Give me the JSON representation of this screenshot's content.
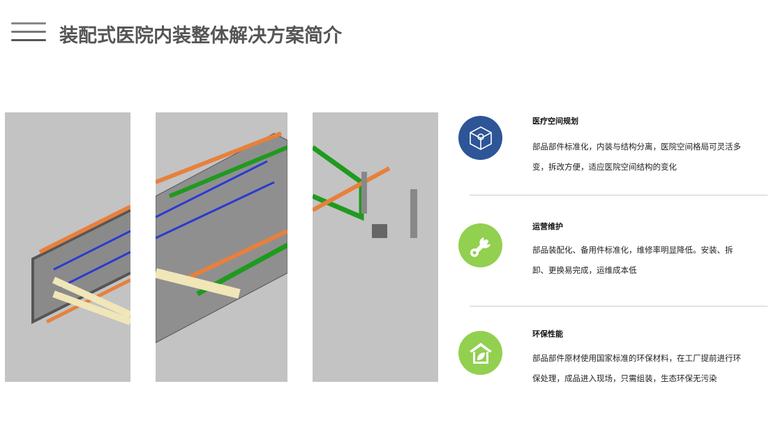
{
  "header": {
    "title": "装配式医院内装整体解决方案简介"
  },
  "colors": {
    "blue": "#2d5597",
    "green": "#92d050"
  },
  "features": [
    {
      "title": "医疗空间规划",
      "body": "部品部件标准化，内装与结构分离，医院空间格局可灵活多变，拆改方便，适应医院空间结构的变化",
      "icon": "cube-icon"
    },
    {
      "title": "运营维护",
      "body": "部品装配化、备用件标准化，维修率明显降低。安装、拆卸、更换易完成，运维成本低",
      "icon": "wrench-icon"
    },
    {
      "title": "环保性能",
      "body": "部品部件原材使用国家标准的环保材料，在工厂提前进行环保处理，成品进入现场，只需组装，生态环保无污染",
      "icon": "eco-house-icon"
    }
  ]
}
